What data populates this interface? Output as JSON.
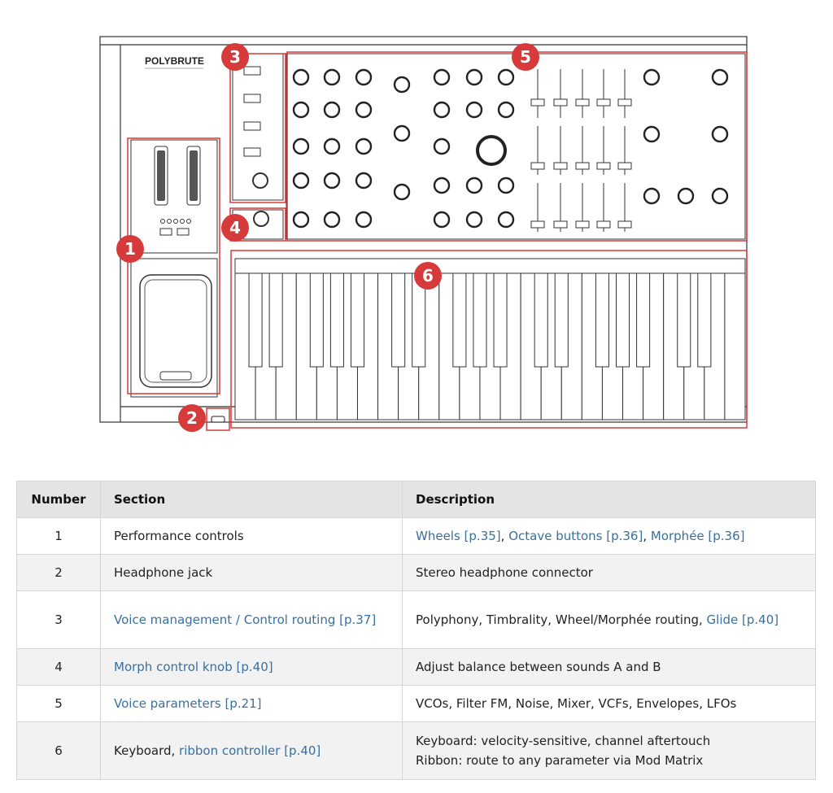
{
  "diagram": {
    "brand": "POLYBRUTE",
    "callouts": [
      "1",
      "2",
      "3",
      "4",
      "5",
      "6"
    ],
    "accent": "#d63a3a"
  },
  "table": {
    "headers": [
      "Number",
      "Section",
      "Description"
    ],
    "rows": [
      {
        "num": "1",
        "section": [
          {
            "text": "Performance controls",
            "link": false
          }
        ],
        "description": [
          {
            "text": "Wheels [p.35]",
            "link": true
          },
          {
            "text": ", ",
            "link": false
          },
          {
            "text": "Octave buttons [p.36]",
            "link": true
          },
          {
            "text": ", ",
            "link": false
          },
          {
            "text": "Morphée [p.36]",
            "link": true
          }
        ]
      },
      {
        "num": "2",
        "section": [
          {
            "text": "Headphone jack",
            "link": false
          }
        ],
        "description": [
          {
            "text": "Stereo headphone connector",
            "link": false
          }
        ]
      },
      {
        "num": "3",
        "section": [
          {
            "text": "Voice management / Control routing [p.37]",
            "link": true
          }
        ],
        "description": [
          {
            "text": "Polyphony, Timbrality, Wheel/Morphée routing, ",
            "link": false
          },
          {
            "text": "Glide [p.40]",
            "link": true
          }
        ]
      },
      {
        "num": "4",
        "section": [
          {
            "text": "Morph control knob [p.40]",
            "link": true
          }
        ],
        "description": [
          {
            "text": "Adjust balance between sounds A and B",
            "link": false
          }
        ]
      },
      {
        "num": "5",
        "section": [
          {
            "text": "Voice parameters [p.21]",
            "link": true
          }
        ],
        "description": [
          {
            "text": "VCOs, Filter FM, Noise, Mixer, VCFs, Envelopes, LFOs",
            "link": false
          }
        ]
      },
      {
        "num": "6",
        "section": [
          {
            "text": "Keyboard, ",
            "link": false
          },
          {
            "text": "ribbon controller [p.40]",
            "link": true
          }
        ],
        "description": [
          {
            "text": "Keyboard: velocity-sensitive, channel aftertouch",
            "link": false
          },
          {
            "text": "Ribbon: route to any parameter via Mod Matrix",
            "link": false,
            "newline": true
          }
        ]
      }
    ],
    "colors": {
      "link": "#3a6f9e",
      "header_bg": "#e4e4e4",
      "stripe": "#f2f2f2"
    }
  }
}
